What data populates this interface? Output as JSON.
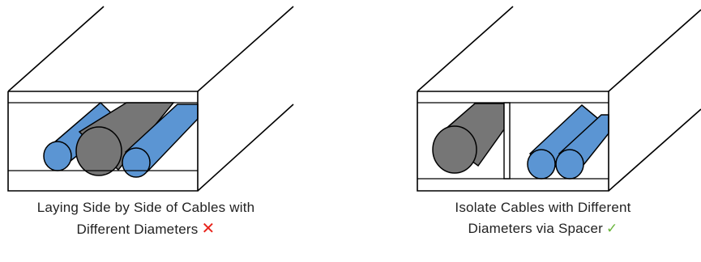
{
  "panels": [
    {
      "caption_line1": "Laying Side by Side of Cables with",
      "caption_line2": "Different Diameters",
      "mark": "✕"
    },
    {
      "caption_line1": "Isolate Cables with Different",
      "caption_line2": "Diameters via Spacer",
      "mark": "✓"
    }
  ],
  "colors": {
    "small_cable": "#5b95d3",
    "large_cable": "#767676",
    "outline": "#000000",
    "wrong_mark": "#e8231b",
    "right_mark": "#69b53b"
  }
}
